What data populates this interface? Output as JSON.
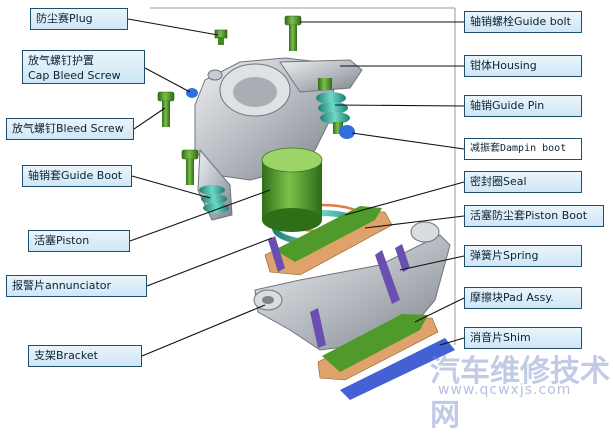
{
  "labels": {
    "plug": "防尘赛Plug",
    "cap_bleed_screw_cn": "放气螺钉护置",
    "cap_bleed_screw_en": "Cap Bleed Screw",
    "bleed_screw": "放气螺钉Bleed Screw",
    "guide_boot": "轴销套Guide Boot",
    "piston": "活塞Piston",
    "annunciator": "报警片annunciator",
    "bracket": "支架Bracket",
    "guide_bolt": "轴销螺栓Guide bolt",
    "housing": "钳体Housing",
    "guide_pin": "轴销Guide Pin",
    "dampin_boot": "减振套Dampin boot",
    "seal": "密封圈Seal",
    "piston_boot": "活塞防尘套Piston  Boot",
    "spring": "弹簧片Spring",
    "pad_assy": "摩擦块Pad Assy.",
    "shim": "消音片Shim"
  },
  "watermark": {
    "main": "汽车维修技术网",
    "url": "www.qcwxjs.com"
  },
  "colors": {
    "label_border": "#1f4f6a",
    "label_fill": "#cfe6f6",
    "metal": "#b9bec4",
    "green": "#4f9a2a",
    "teal": "#3fb3a3",
    "orange": "#e0a26b",
    "purple": "#6a4fb0",
    "blue_accent": "#2f6fe0"
  }
}
